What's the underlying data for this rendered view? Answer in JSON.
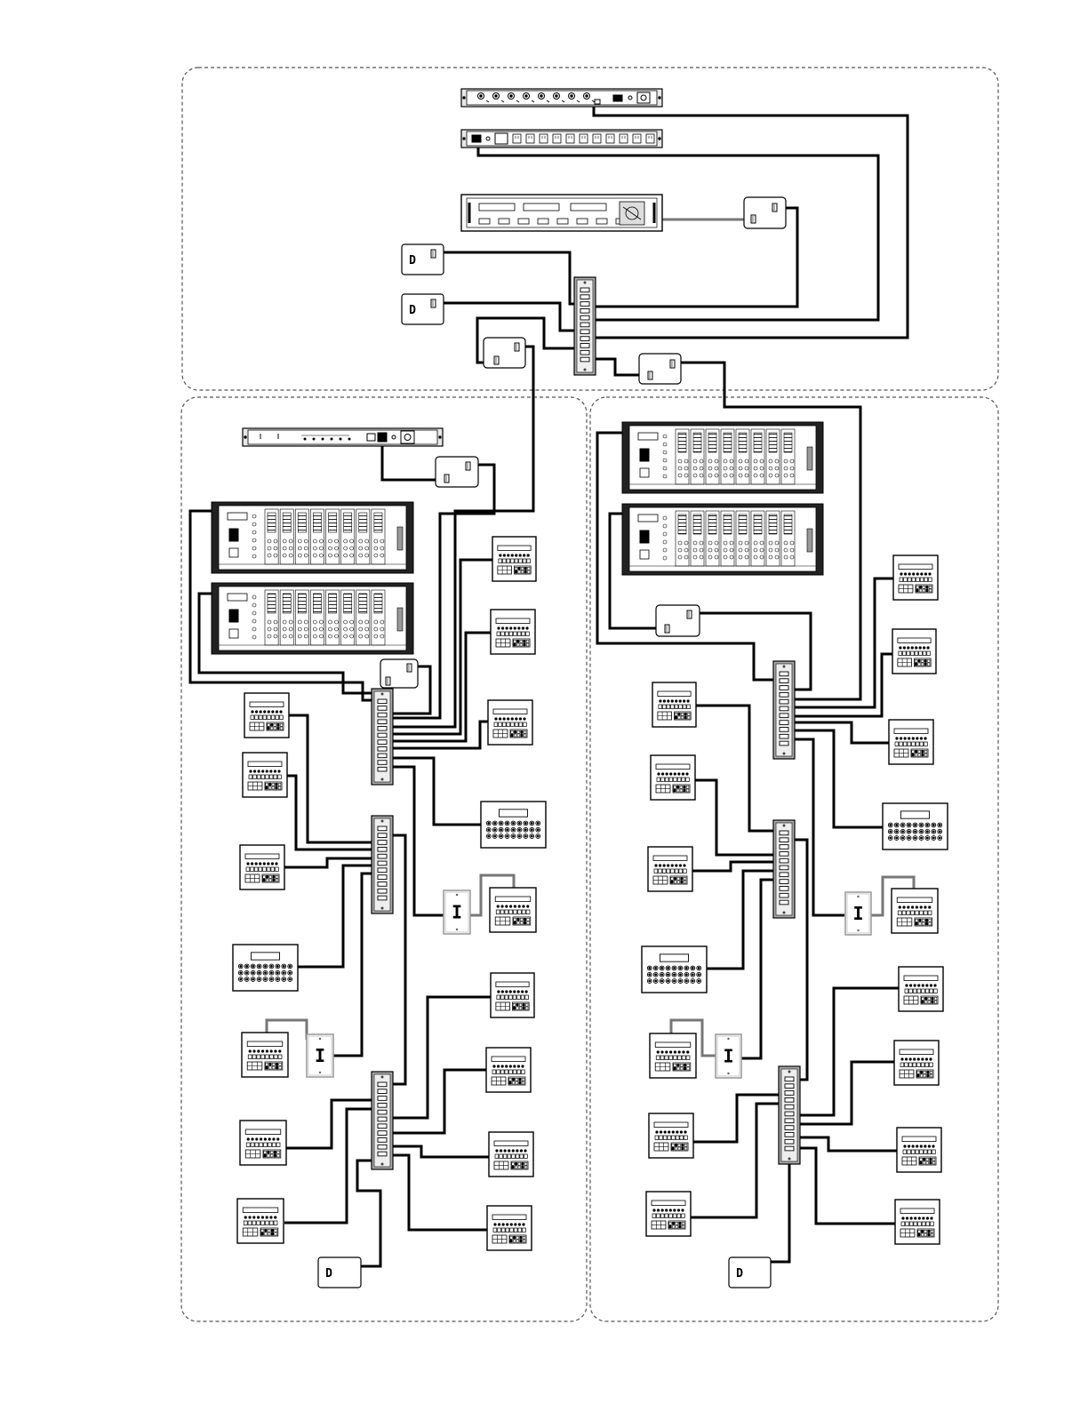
{
  "diagram": {
    "zones": [
      "network-core-zone",
      "left-station-zone",
      "right-station-zone"
    ],
    "rack_units": [
      {
        "id": "patch-panel-rack",
        "kind": "connector-panel"
      },
      {
        "id": "power-distribution-rack",
        "kind": "power"
      },
      {
        "id": "central-frame-rack",
        "kind": "frame"
      },
      {
        "id": "left-interface-rack",
        "kind": "interface"
      },
      {
        "id": "left-card-frame-1",
        "kind": "card-frame"
      },
      {
        "id": "left-card-frame-2",
        "kind": "card-frame"
      },
      {
        "id": "right-card-frame-1",
        "kind": "card-frame"
      },
      {
        "id": "right-card-frame-2",
        "kind": "card-frame"
      }
    ],
    "hubs": [
      "core-hub",
      "left-hub-1",
      "left-hub-2",
      "left-hub-3",
      "right-hub-1",
      "right-hub-2",
      "right-hub-3"
    ],
    "icons": {
      "small_device_letter": "D",
      "wall_plate_letter": "I"
    }
  }
}
